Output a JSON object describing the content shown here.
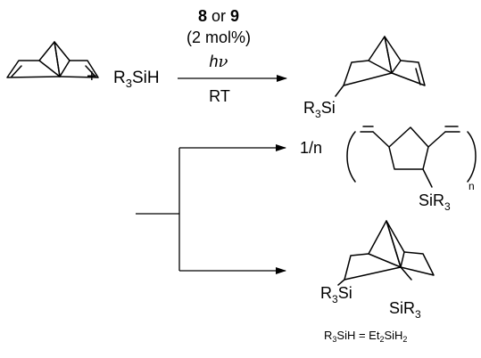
{
  "reactants": {
    "plus": "+",
    "silane": {
      "main": "R",
      "sub": "3",
      "tail": "SiH"
    }
  },
  "conditions": {
    "catalyst_a": "8",
    "catalyst_or": " or ",
    "catalyst_b": "9",
    "loading": "(2 mol%)",
    "light_h": "h",
    "light_nu": "ν",
    "temperature": "RT"
  },
  "products": {
    "hydrosilylation": {
      "main": "R",
      "sub": "3",
      "tail": "Si"
    },
    "polymer": {
      "prefix": "1/n",
      "subscript": "n",
      "substituent": {
        "main": "SiR",
        "sub": "3"
      }
    },
    "disilylation": {
      "left": {
        "main": "R",
        "sub": "3",
        "tail": "Si"
      },
      "right": {
        "main": "SiR",
        "sub": "3"
      }
    }
  },
  "note": {
    "lhs_main": "R",
    "lhs_sub": "3",
    "lhs_tail": "SiH = Et",
    "rhs_sub": "2",
    "rhs_tail": "SiH",
    "rhs_sub2": "2"
  }
}
